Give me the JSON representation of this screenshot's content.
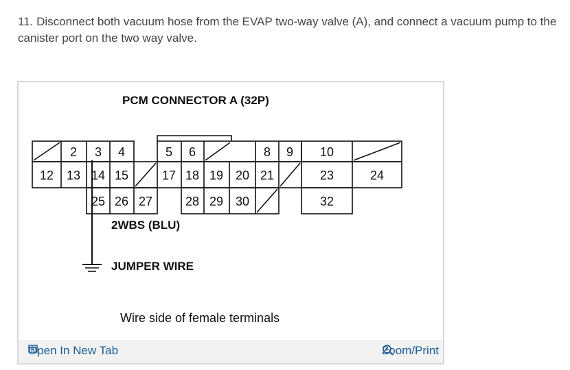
{
  "instruction": "11. Disconnect both vacuum hose from the EVAP two-way valve (A), and connect a vacuum pump to the canister port on the two way valve.",
  "diagram": {
    "title": "PCM CONNECTOR A (32P)",
    "wire_label": "2WBS (BLU)",
    "jumper_label": "JUMPER WIRE",
    "caption": "Wire side of female terminals",
    "pins": {
      "p2": "2",
      "p3": "3",
      "p4": "4",
      "p5": "5",
      "p6": "6",
      "p8": "8",
      "p9": "9",
      "p10": "10",
      "p12": "12",
      "p13": "13",
      "p14": "14",
      "p15": "15",
      "p17": "17",
      "p18": "18",
      "p19": "19",
      "p20": "20",
      "p21": "21",
      "p23": "23",
      "p24": "24",
      "p25": "25",
      "p26": "26",
      "p27": "27",
      "p28": "28",
      "p29": "29",
      "p30": "30",
      "p32": "32"
    }
  },
  "footer": {
    "open_label": "Open In New Tab",
    "zoom_label": "Zoom/Print"
  }
}
